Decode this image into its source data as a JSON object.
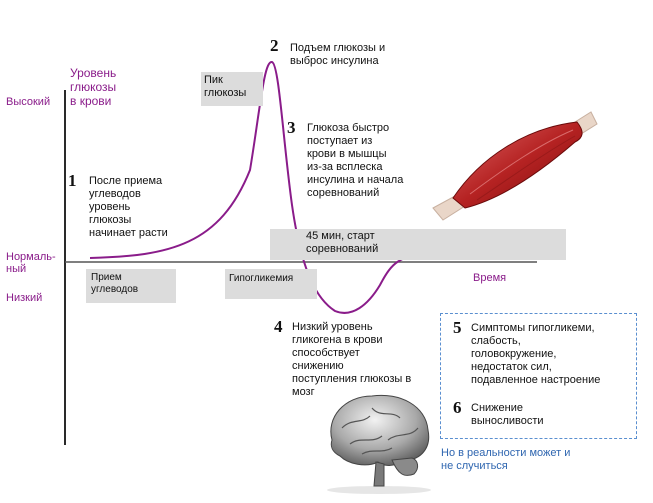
{
  "levels": {
    "high": "Высокий",
    "normal": "Нормаль-\nный",
    "low": "Низкий"
  },
  "y_axis_label": "Уровень\nглюкозы\nв крови",
  "x_axis_label": "Время",
  "labels": {
    "peak": "Пик\nглюкозы",
    "carbs": "Прием\nуглеводов",
    "hypo": "Гипогликемия",
    "race": "45 мин, старт\nсоревнований"
  },
  "steps": [
    {
      "num": "1",
      "text": "После приема\nуглеводов\nуровень\nглюкозы\nначинает расти"
    },
    {
      "num": "2",
      "text": "Подъем глюкозы и\nвыброс инсулина"
    },
    {
      "num": "3",
      "text": "Глюкоза быстро\nпоступает из\nкрови в мышцы\nиз-за всплеска\nинсулина и начала\nсоревнований"
    },
    {
      "num": "4",
      "text": "Низкий уровень\nгликогена в крови\nспособствует\nснижению\nпоступления глюкозы в\nмозг"
    },
    {
      "num": "5",
      "text": "Симптомы гипогликеми,\nслабость,\nголовокружение,\nнедостаток сил,\nподавленное настроение"
    },
    {
      "num": "6",
      "text": "Снижение\nвыносливости"
    }
  ],
  "footnote": "Но в реальности может и\nне случиться",
  "colors": {
    "curve": "#8a1c8a",
    "level_text": "#8a1c8a",
    "note": "#2f66b0",
    "box": "#dcdcdc"
  }
}
